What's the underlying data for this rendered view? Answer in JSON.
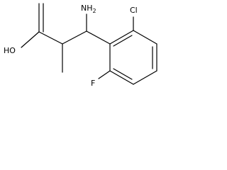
{
  "atoms": {
    "amine": "NH",
    "amine_subscript": "2",
    "hydroxyl": "HO",
    "chlorine": "Cl",
    "fluorine": "F"
  },
  "colors": {
    "bond": "#000000",
    "label": "#000000",
    "background": "#ffffff"
  }
}
